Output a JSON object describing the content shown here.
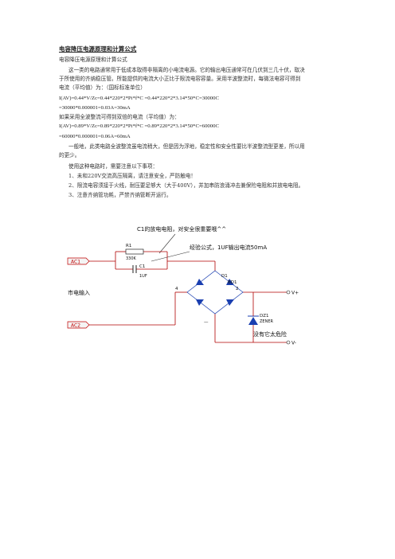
{
  "doc": {
    "title": "电容降压电源原理和计算公式",
    "subtitle": "电容降压电源原理和计算公式",
    "paragraphs": [
      "这一类的电路通常用于低成本取得非隔离的小电流电源。它的输出电压通常可在几伏到三几十伏，取决",
      "于所使用的齐纳稳压管。所能提供的电流大小正比于限流电容容量。采用半波整流时，每微法电容可得到",
      "电流（平均值）为：（国标标准单位）"
    ],
    "formula_half_1": "I(AV)=0.44*V/Zc=0.44*220*2*Pi*f*C      =0.44*220*2*3.14*50*C=30000C",
    "formula_half_2": "=30000*0.000001=0.03A=30mA",
    "full_wave_intro": "如果采用全波整流可得到双倍的电流（平均值）为：",
    "formula_full_1": "I(AV)=0.89*V/Zc=0.89*220*2*Pi*f*C      =0.89*220*2*3.14*50*C=60000C",
    "formula_full_2": "=60000*0.000001=0.06A=60mA",
    "note_1": "一般地，此类电路全波整流虽电流稍大，但是因为浮地，稳定性和安全性要比半波整流型更差，所以用",
    "note_2": "的更少。",
    "notes_intro": "使用这种电路时，需要注意以下事项：",
    "items": [
      "1、未和220V交流高压隔离，请注意安全，严防触电！",
      "2、限流电容须接于火线，耐压要足够大（大于400V），并加串防浪涌冲击兼保险电阻和并放电电阻。",
      "3、注意齐纳管功耗，严禁齐纳管断开运行。"
    ]
  },
  "circuit": {
    "annot_discharge": "C1的放电电阻，对安全很重要哦^^",
    "annot_formula": "经验公式，1UF输出电流50mA",
    "annot_danger": "没有它太危险",
    "label_mains": "市电输入",
    "ac1": "AC1",
    "ac2": "AC2",
    "r1": "R1",
    "r1_value": "330K",
    "c1": "C1",
    "c1_value": "1UF",
    "d1": "D1",
    "bd1": "BD1",
    "dz1": "DZ1",
    "zener": "ZENER",
    "node_4": "4",
    "node_2": "2",
    "node_neg": "—",
    "vplus": "V+",
    "vminus": "V-"
  }
}
